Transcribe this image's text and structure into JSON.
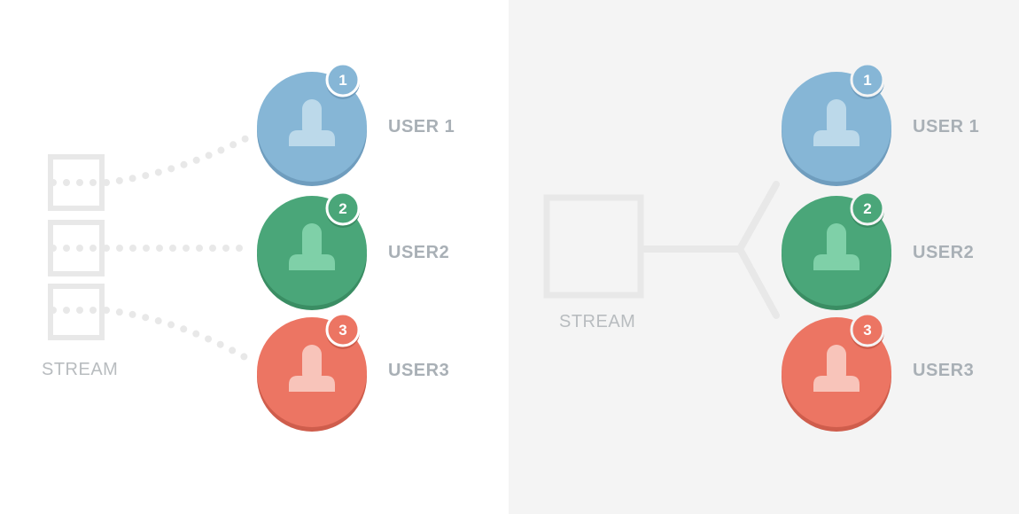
{
  "left_panel": {
    "stream_label": "STREAM",
    "users": [
      {
        "label": "USER 1",
        "badge": "1"
      },
      {
        "label": "USER2",
        "badge": "2"
      },
      {
        "label": "USER3",
        "badge": "3"
      }
    ]
  },
  "right_panel": {
    "stream_label": "STREAM",
    "users": [
      {
        "label": "USER 1",
        "badge": "1"
      },
      {
        "label": "USER2",
        "badge": "2"
      },
      {
        "label": "USER3",
        "badge": "3"
      }
    ]
  },
  "colors": {
    "blue": "#86b6d6",
    "blue_dark": "#6f9dbe",
    "blue_light": "#bcd9ea",
    "green": "#4aa679",
    "green_dark": "#3a8d63",
    "green_light": "#7fd0a8",
    "red": "#ec7563",
    "red_dark": "#cf5d4c",
    "red_light": "#f8c4ba",
    "line_gray": "#e8e8e8",
    "text_gray": "#a9b0b6"
  },
  "icons": {
    "user": "joystick-user-icon",
    "stream": "stream-box-icon"
  }
}
